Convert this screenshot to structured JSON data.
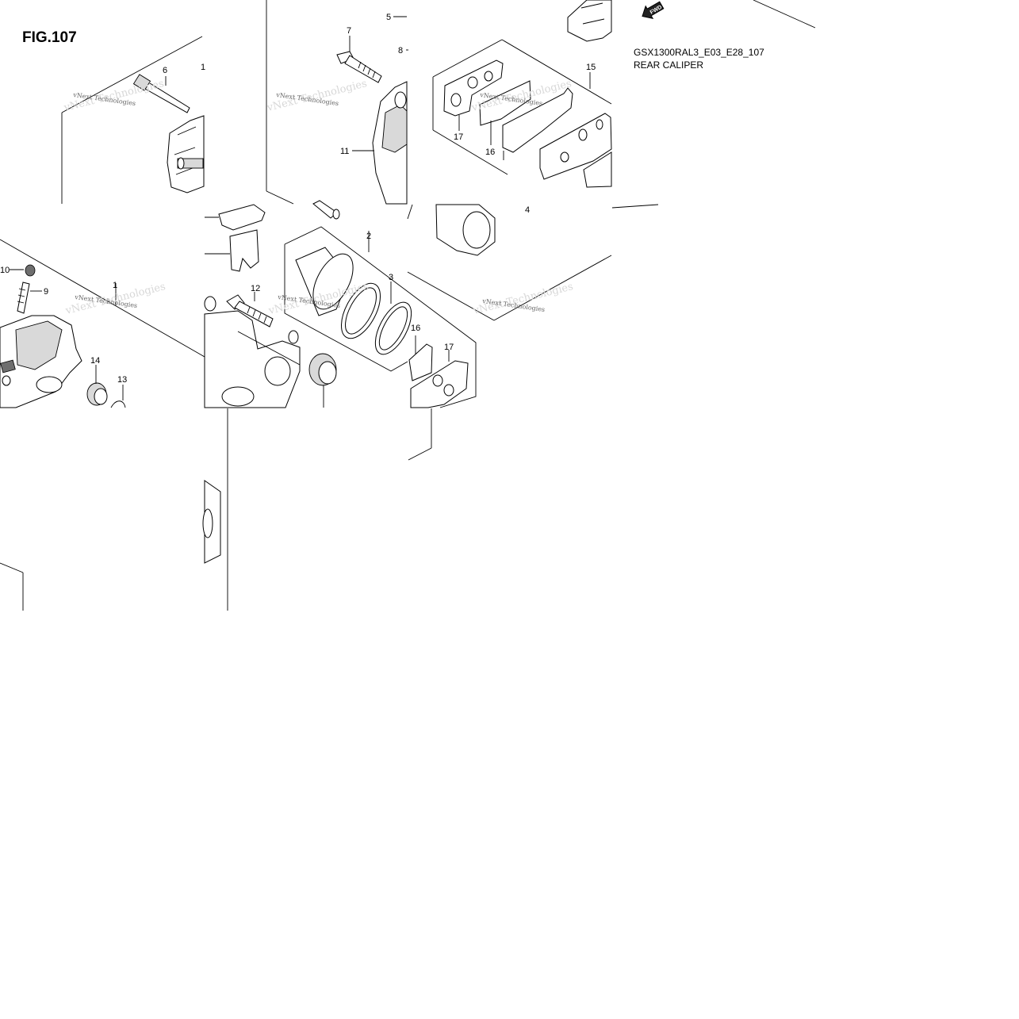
{
  "figure": {
    "title": "FIG.107",
    "model_code": "GSX1300RAL3_E03_E28_107",
    "caption": "REAR CALIPER",
    "fwd_label": "FWD"
  },
  "watermark": "vNext Technologies",
  "callouts": {
    "c1": "1",
    "c1b": "1",
    "c2": "2",
    "c3": "3",
    "c4": "4",
    "c5": "5",
    "c6": "6",
    "c7": "7",
    "c8": "8",
    "c9": "9",
    "c10": "10",
    "c11": "11",
    "c12": "12",
    "c13": "13",
    "c14": "14",
    "c15": "15",
    "c16a": "16",
    "c16b": "16",
    "c17a": "17",
    "c17b": "17"
  }
}
